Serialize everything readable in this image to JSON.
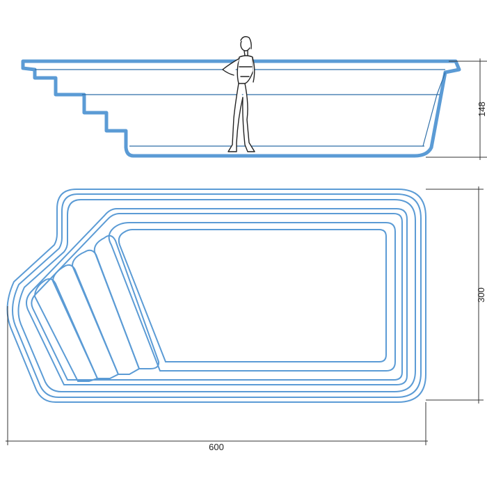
{
  "dimensions": {
    "length": "600",
    "width": "300",
    "depth": "148"
  },
  "colors": {
    "pool_fill": "#5b9bd5",
    "pool_outline": "#2e6ea8",
    "line": "#333333",
    "figure": "#222222"
  },
  "icons": {
    "figure": "person-figure-icon"
  }
}
